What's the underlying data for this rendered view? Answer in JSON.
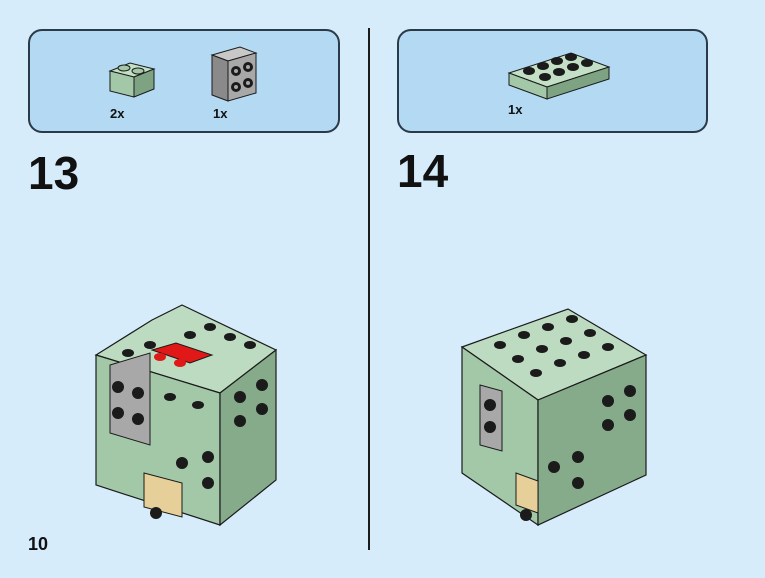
{
  "page": {
    "number": "10"
  },
  "steps": [
    {
      "number": "13",
      "parts": [
        {
          "quantity": "2x",
          "part": "sand-green-1x2-brick"
        },
        {
          "quantity": "1x",
          "part": "light-gray-2x2-brick-with-side-studs"
        }
      ]
    },
    {
      "number": "14",
      "parts": [
        {
          "quantity": "1x",
          "part": "sand-green-2x4-plate"
        }
      ]
    }
  ],
  "colors": {
    "background": "#d6ecfb",
    "parts_box": "#b3d9f3",
    "sand_green": "#a3c8a8",
    "light_gray": "#a8a8a8",
    "red": "#e01818",
    "tan": "#e6cf98",
    "outline": "#1b1b1b"
  }
}
